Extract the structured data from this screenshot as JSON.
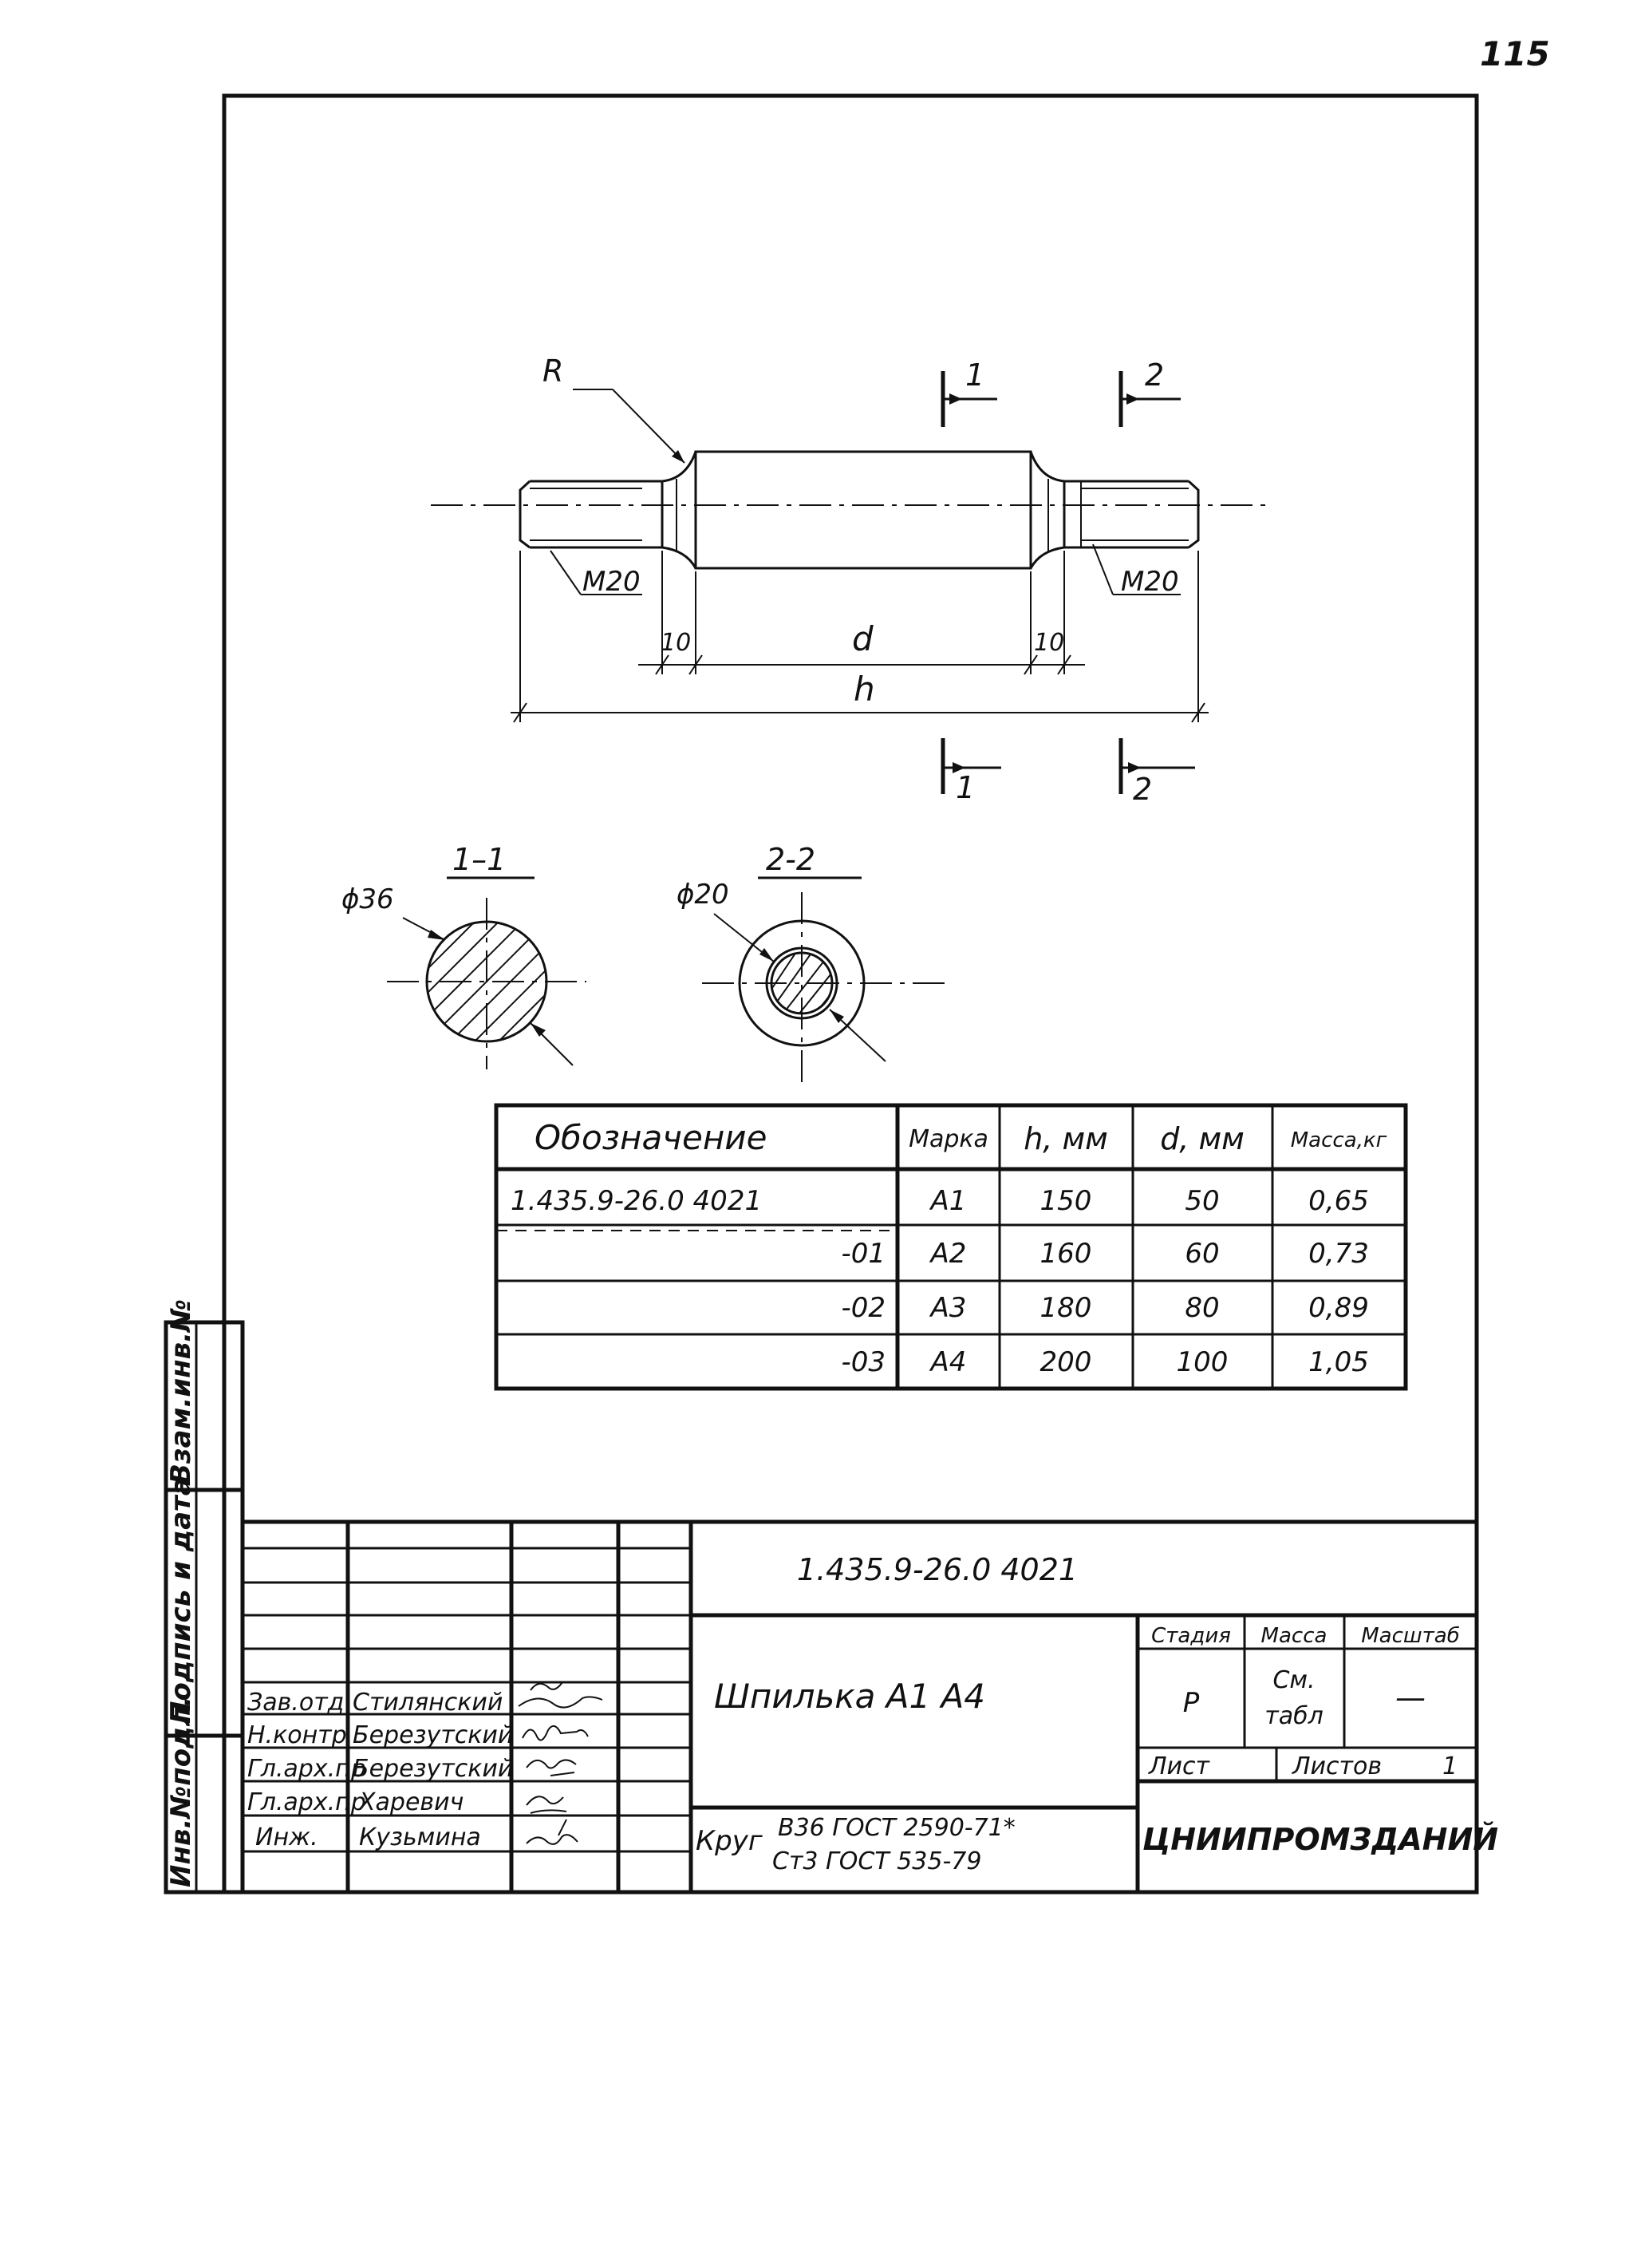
{
  "page_number": "115",
  "drawing": {
    "labels": {
      "radius": "R",
      "thread_left": "M20",
      "thread_right": "M20",
      "dim_shoulder_left": "10",
      "dim_shoulder_right": "10",
      "dim_d": "d",
      "dim_h": "h",
      "section_mark_1": "1",
      "section_mark_2": "2"
    },
    "sections": [
      {
        "title": "1–1",
        "diameter": "ϕ36"
      },
      {
        "title": "2-2",
        "diameter": "ϕ20"
      }
    ]
  },
  "spec_table": {
    "headers": [
      "Обозначение",
      "Марка",
      "h, мм",
      "d, мм",
      "Масса,кг"
    ],
    "rows": [
      [
        "1.435.9-26.0 4021",
        "А1",
        "150",
        "50",
        "0,65"
      ],
      [
        "-01",
        "А2",
        "160",
        "60",
        "0,73"
      ],
      [
        "-02",
        "А3",
        "180",
        "80",
        "0,89"
      ],
      [
        "-03",
        "А4",
        "200",
        "100",
        "1,05"
      ]
    ]
  },
  "side_stamp": {
    "cells": [
      "Инв.№подл.",
      "Подпись и дата",
      "Взам.инв.№"
    ]
  },
  "title_block": {
    "document_code": "1.435.9-26.0 4021",
    "title": "Шпилька А1 А4",
    "material_label": "Круг",
    "material_line1": "B36 ГОСТ 2590-71*",
    "material_line2": "Ст3 ГОСТ 535-79",
    "stage_header": "Стадия",
    "mass_header": "Масса",
    "scale_header": "Масштаб",
    "stage": "Р",
    "mass_line1": "См.",
    "mass_line2": "табл",
    "scale": "—",
    "sheet_label": "Лист",
    "sheets_label": "Листов",
    "sheets_count": "1",
    "organization": "ЦНИИПРОМЗДАНИЙ",
    "roles": [
      "Зав.отд",
      "Н.контр",
      "Гл.арх.пр",
      "Гл.арх.пр",
      "Инж."
    ],
    "names": [
      "Стилянский",
      "Березутский",
      "Березутский",
      "Харевич",
      "Кузьмина"
    ]
  }
}
